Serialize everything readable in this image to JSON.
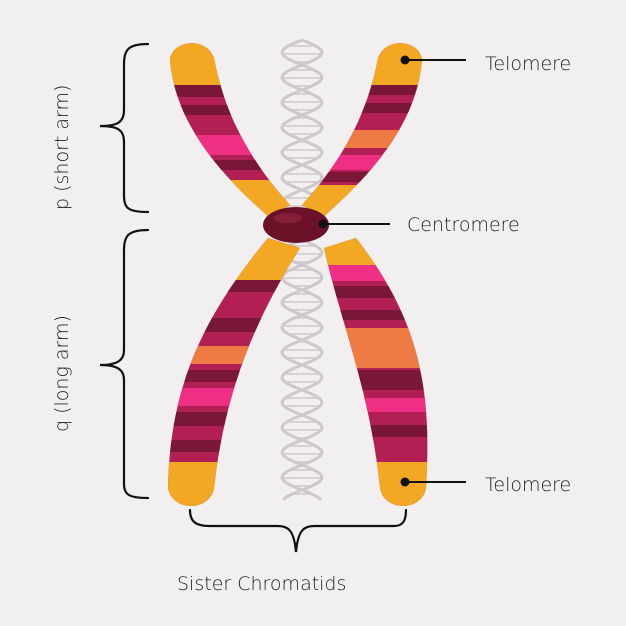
{
  "labels": {
    "p_arm": "p (short arm)",
    "q_arm": "q (long arm)",
    "telomere_top": "Telomere",
    "centromere": "Centromere",
    "telomere_bottom": "Telomere",
    "sister_chromatids": "Sister Chromatids"
  },
  "colors": {
    "background": "#f1eff0",
    "telomere": "#f3a824",
    "band_dark": "#7a1638",
    "band_mid": "#b21f54",
    "band_pink": "#ee2f84",
    "band_orange": "#ee7a44",
    "centromere": "#6b1228",
    "dna_helix": "#cfc7cb",
    "leader_line": "#111111"
  }
}
